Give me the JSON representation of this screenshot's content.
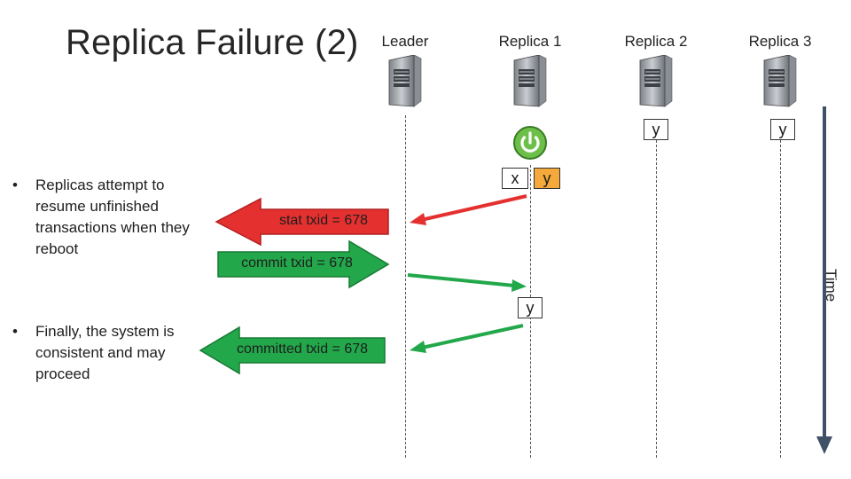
{
  "slide": {
    "title": "Replica Failure (2)",
    "time_label": "Time"
  },
  "nodes": [
    {
      "id": "leader",
      "label": "Leader",
      "icon": "server-icon"
    },
    {
      "id": "replica1",
      "label": "Replica 1",
      "icon": "server-icon"
    },
    {
      "id": "replica2",
      "label": "Replica 2",
      "icon": "server-icon"
    },
    {
      "id": "replica3",
      "label": "Replica 3",
      "icon": "server-icon"
    }
  ],
  "bullets": [
    "Replicas attempt to resume unfinished transactions when they reboot",
    "Finally, the system is consistent and may proceed"
  ],
  "values": {
    "replica2": "y",
    "replica3": "y",
    "replica1_before_x": "x",
    "replica1_before_y": "y",
    "replica1_after": "y"
  },
  "messages": [
    {
      "text": "stat txid = 678",
      "color": "#e53030"
    },
    {
      "text": "commit txid = 678",
      "color": "#22a84a"
    },
    {
      "text": "committed txid = 678",
      "color": "#22a84a"
    }
  ],
  "icons": {
    "power": "power-icon"
  },
  "colors": {
    "red_arrow": "#e53030",
    "green_arrow": "#22a84a",
    "highlight": "#f4a93a",
    "time_arrow": "#3f5166",
    "power": "#6cc04a"
  }
}
